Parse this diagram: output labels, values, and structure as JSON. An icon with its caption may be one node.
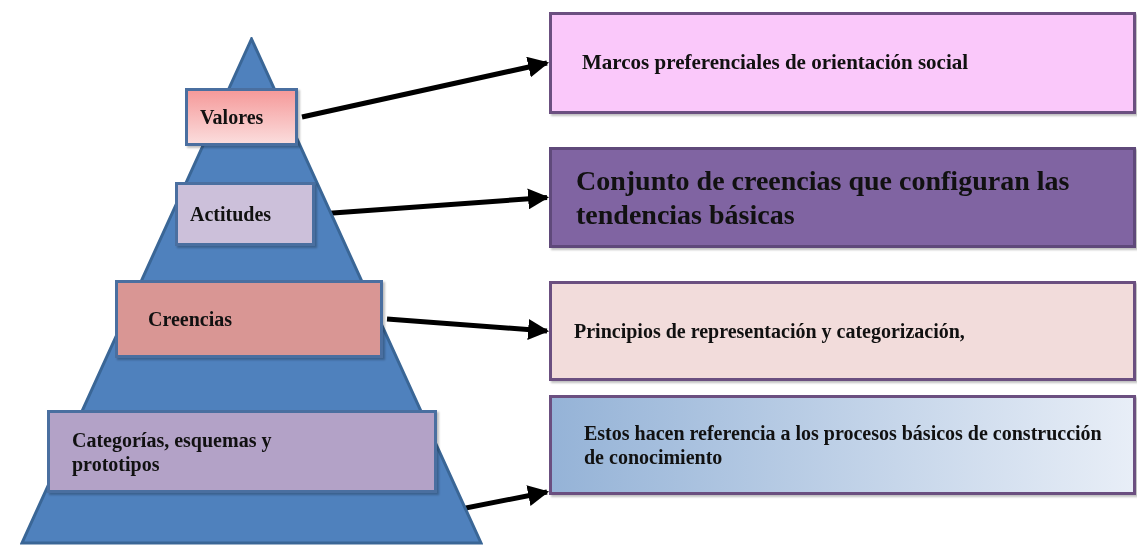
{
  "diagram": {
    "nodes": [
      {
        "text": [],
        "shape": "triangle"
      },
      {
        "text": [
          "Valores"
        ],
        "in": 0
      },
      {
        "text": [
          "Actitudes"
        ],
        "in": 0
      },
      {
        "text": [
          "Creencias"
        ],
        "in": 0
      },
      {
        "text": [
          "Categorías, esquemas y prototipos"
        ],
        "in": 0
      },
      {
        "text": [
          "Marcos preferenciales de orientación social"
        ]
      },
      {
        "text": [
          "Conjunto de creencias que configuran las tendencias básicas"
        ]
      },
      {
        "text": [
          "Principios de representación y categorización,"
        ]
      },
      {
        "text": [
          "Estos hacen referencia a los procesos básicos de construcción de conocimiento"
        ]
      }
    ],
    "edges": [
      {
        "from": 1,
        "to": 5,
        "arrow": "to"
      },
      {
        "from": 2,
        "to": 6,
        "arrow": "to"
      },
      {
        "from": 3,
        "to": 7,
        "arrow": "to"
      },
      {
        "from": 0,
        "to": 8,
        "arrow": "to"
      }
    ]
  }
}
